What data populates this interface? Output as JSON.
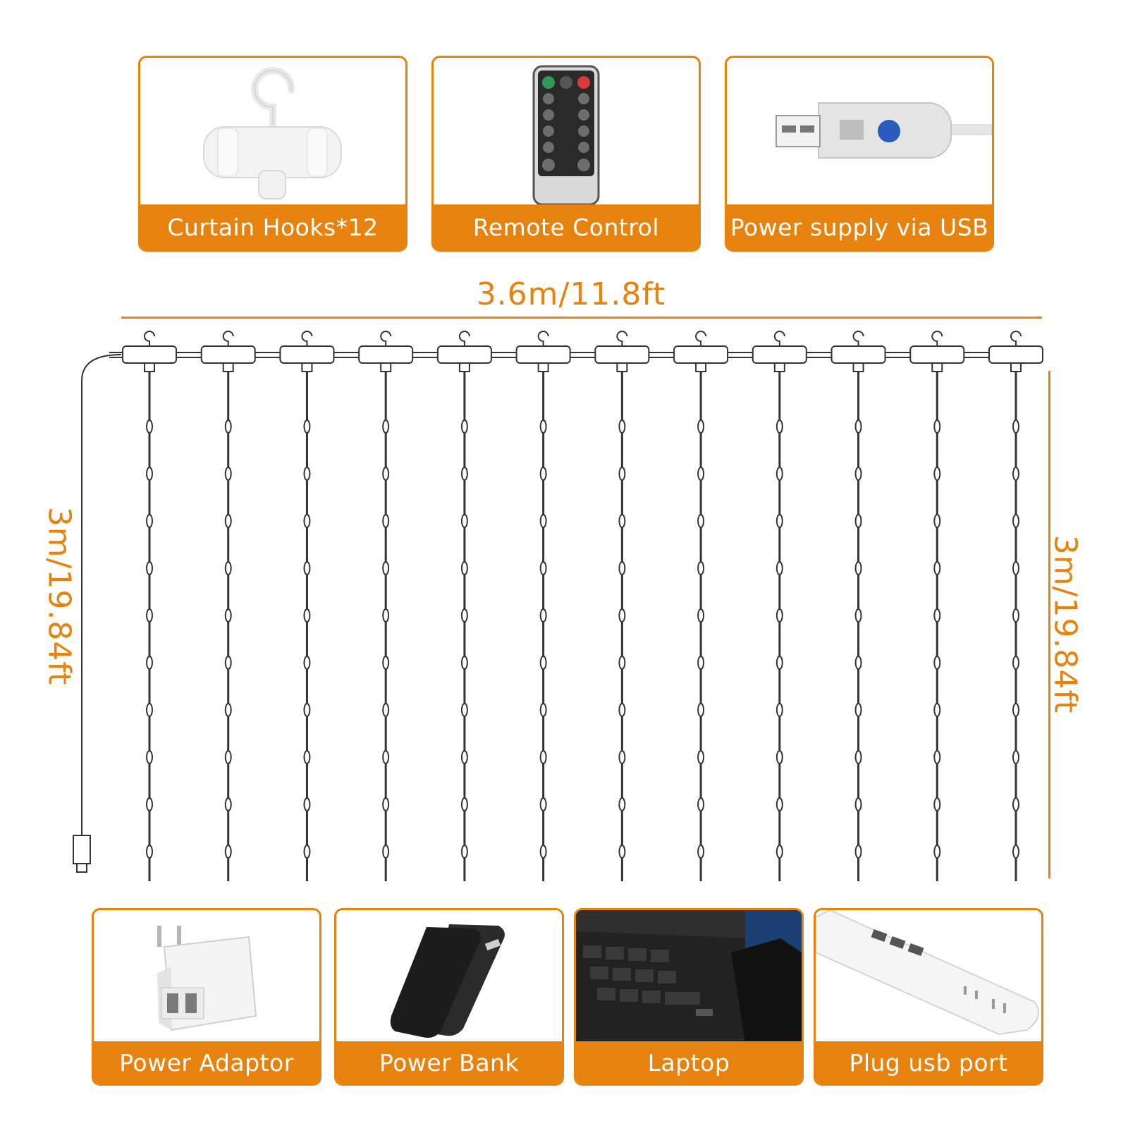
{
  "top_cards": [
    {
      "label": "Curtain Hooks*12",
      "icon": "curtain-hook-icon"
    },
    {
      "label": "Remote Control",
      "icon": "remote-control-icon"
    },
    {
      "label": "Power supply via USB",
      "icon": "usb-plug-icon"
    }
  ],
  "dimensions": {
    "width": "3.6m/11.8ft",
    "height_left": "3m/19.84ft",
    "height_right": "3m/19.84ft"
  },
  "curtain": {
    "strands": 12
  },
  "bottom_cards": [
    {
      "label": "Power Adaptor",
      "icon": "power-adapter-icon"
    },
    {
      "label": "Power Bank",
      "icon": "power-bank-icon"
    },
    {
      "label": "Laptop",
      "icon": "laptop-icon"
    },
    {
      "label": "Plug usb port",
      "icon": "power-strip-icon"
    }
  ],
  "colors": {
    "accent": "#e8820e",
    "wire": "#333333"
  }
}
